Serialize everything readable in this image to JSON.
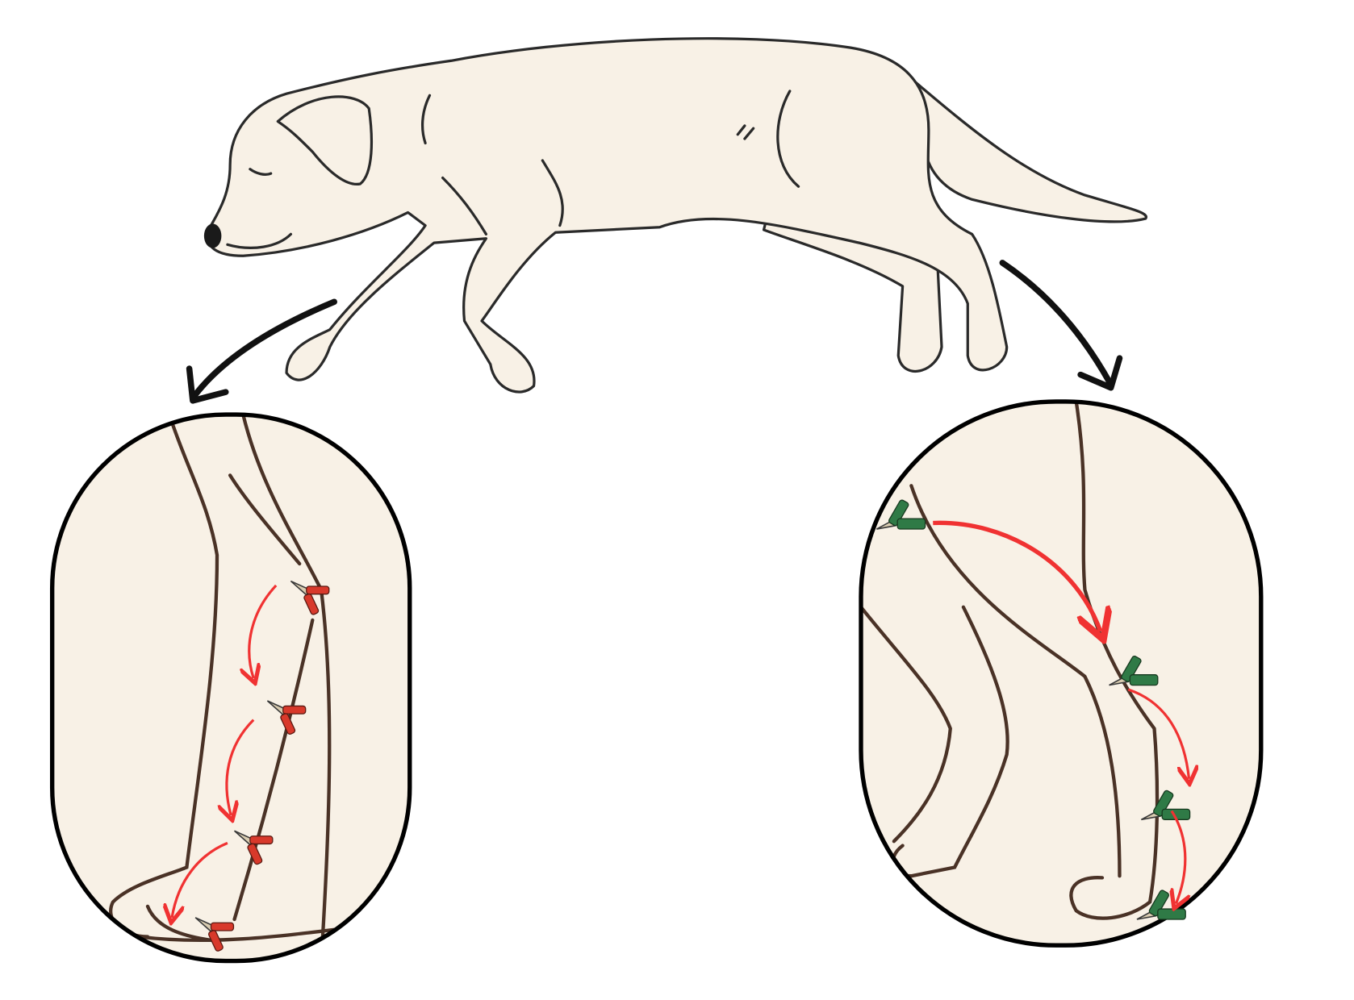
{
  "colors": {
    "fur": "#f8f1e6",
    "outline": "#2a2a2a",
    "leg_outline": "#4a3226",
    "arrow_red": "#f03232",
    "clip_red": "#d8392b",
    "clip_green": "#2f7a46",
    "clip_metal": "#d9ccb0",
    "background": "#ffffff"
  },
  "panels": [
    {
      "id": "forelimb",
      "clip_color": "red",
      "clip_count": 4,
      "arrow_count": 3
    },
    {
      "id": "hindlimb",
      "clip_color": "green",
      "clip_count": 4,
      "arrow_count": 3
    }
  ],
  "icons": [
    "dog-illustration",
    "clip-icon",
    "curved-arrow-icon"
  ]
}
